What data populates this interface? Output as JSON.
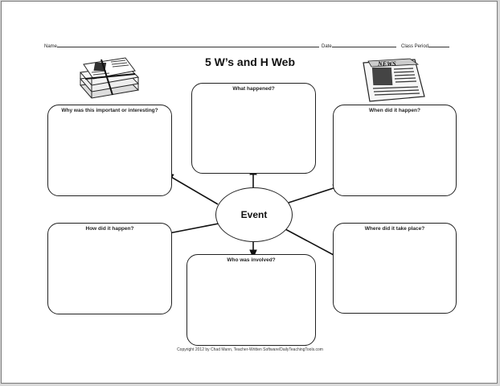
{
  "header": {
    "name_label": "Name",
    "date_label": "Date",
    "class_label": "Class Period"
  },
  "title": "5 W’s and H Web",
  "center": {
    "label": "Event"
  },
  "boxes": {
    "what": "What happened?",
    "why": "Why was this important or interesting?",
    "when": "When did it happen?",
    "how": "How did it happen?",
    "where": "Where did it take place?",
    "who": "Who was involved?"
  },
  "newspaper_right": {
    "masthead": "NEWS"
  },
  "footer": "Copyright 2012 by Chad Mann, Teacher-Written Software/DailyTeachingTools.com",
  "icons": {
    "left": "newspaper-bundle-icon",
    "right": "newspaper-icon"
  }
}
